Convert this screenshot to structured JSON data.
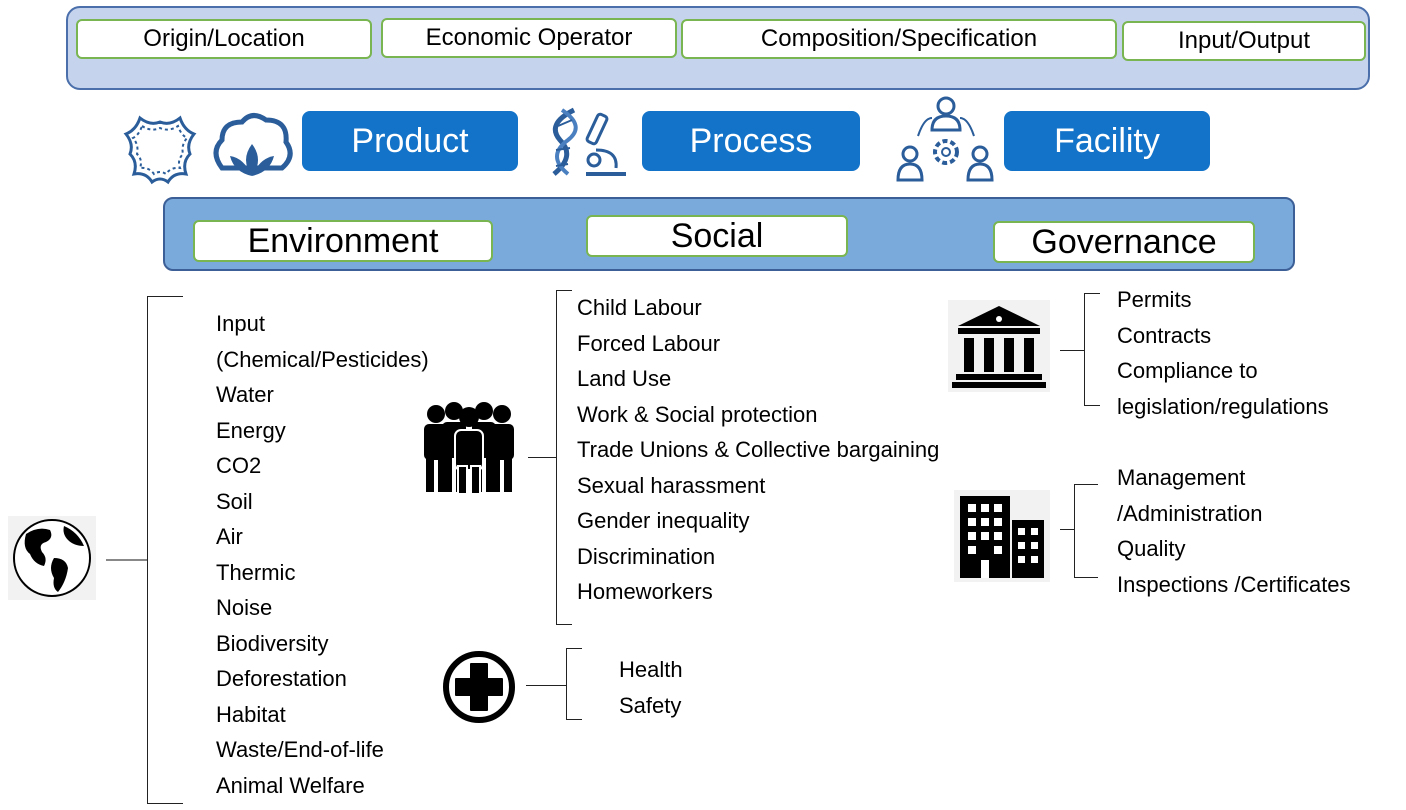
{
  "header_tags": [
    "Origin/Location",
    "Economic Operator",
    "Composition/Specification",
    "Input/Output"
  ],
  "pillars": {
    "product": "Product",
    "process": "Process",
    "facility": "Facility"
  },
  "esg": {
    "environment": "Environment",
    "social": "Social",
    "governance": "Governance"
  },
  "environment_items": [
    "Input",
    "(Chemical/Pesticides)",
    "Water",
    "Energy",
    "CO2",
    "Soil",
    "Air",
    "Thermic",
    "Noise",
    "Biodiversity",
    "Deforestation",
    "Habitat",
    "Waste/End-of-life",
    "Animal Welfare"
  ],
  "social_items": [
    "Child Labour",
    "Forced Labour",
    "Land Use",
    "Work & Social protection",
    "Trade Unions & Collective bargaining",
    "Sexual harassment",
    "Gender inequality",
    "Discrimination",
    "Homeworkers"
  ],
  "health_items": [
    "Health",
    "Safety"
  ],
  "governance_legal_items": [
    "Permits",
    "Contracts",
    "Compliance to",
    "legislation/regulations"
  ],
  "governance_org_items": [
    "Management",
    "/Administration",
    "Quality",
    "Inspections /Certificates"
  ],
  "icons": [
    "leather-icon",
    "cotton-icon",
    "dna-microscope-icon",
    "people-gear-icon",
    "globe-icon",
    "people-group-icon",
    "health-cross-icon",
    "courthouse-icon",
    "office-building-icon"
  ],
  "colors": {
    "pill_blue": "#1273c9",
    "band_light": "#c5d3ec",
    "band_esg": "#7aa9dc",
    "tag_border": "#79b550"
  }
}
